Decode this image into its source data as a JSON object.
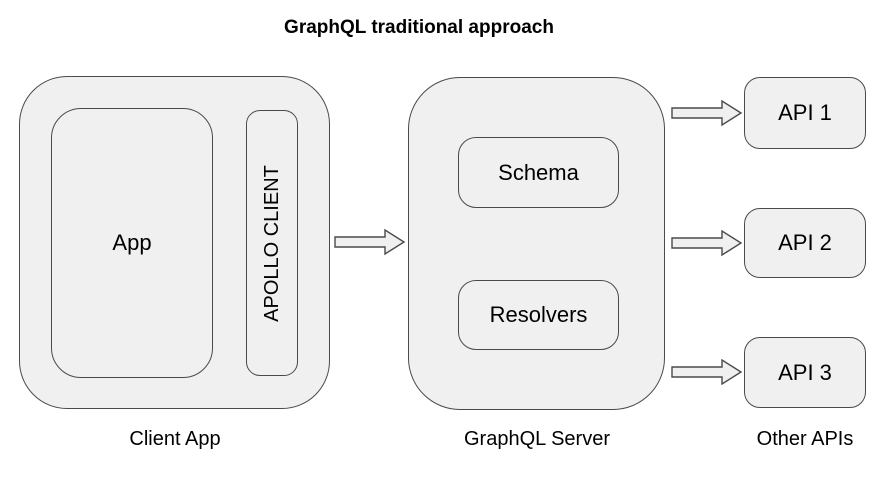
{
  "diagram": {
    "title": "GraphQL traditional approach",
    "colors": {
      "background": "#ffffff",
      "node_fill": "#f0f0f0",
      "node_stroke": "#4a4a4a",
      "text": "#000000"
    },
    "client": {
      "caption": "Client App",
      "app_label": "App",
      "apollo_label": "APOLLO CLIENT"
    },
    "server": {
      "caption": "GraphQL Server",
      "schema_label": "Schema",
      "resolvers_label": "Resolvers"
    },
    "apis": {
      "caption": "Other APIs",
      "items": [
        {
          "label": "API 1"
        },
        {
          "label": "API 2"
        },
        {
          "label": "API 3"
        }
      ]
    },
    "arrows": [
      {
        "icon": "arrow-right",
        "from": "Client App",
        "to": "GraphQL Server"
      },
      {
        "icon": "arrow-right",
        "from": "GraphQL Server",
        "to": "API 1"
      },
      {
        "icon": "arrow-right",
        "from": "GraphQL Server",
        "to": "API 2"
      },
      {
        "icon": "arrow-right",
        "from": "GraphQL Server",
        "to": "API 3"
      }
    ]
  }
}
